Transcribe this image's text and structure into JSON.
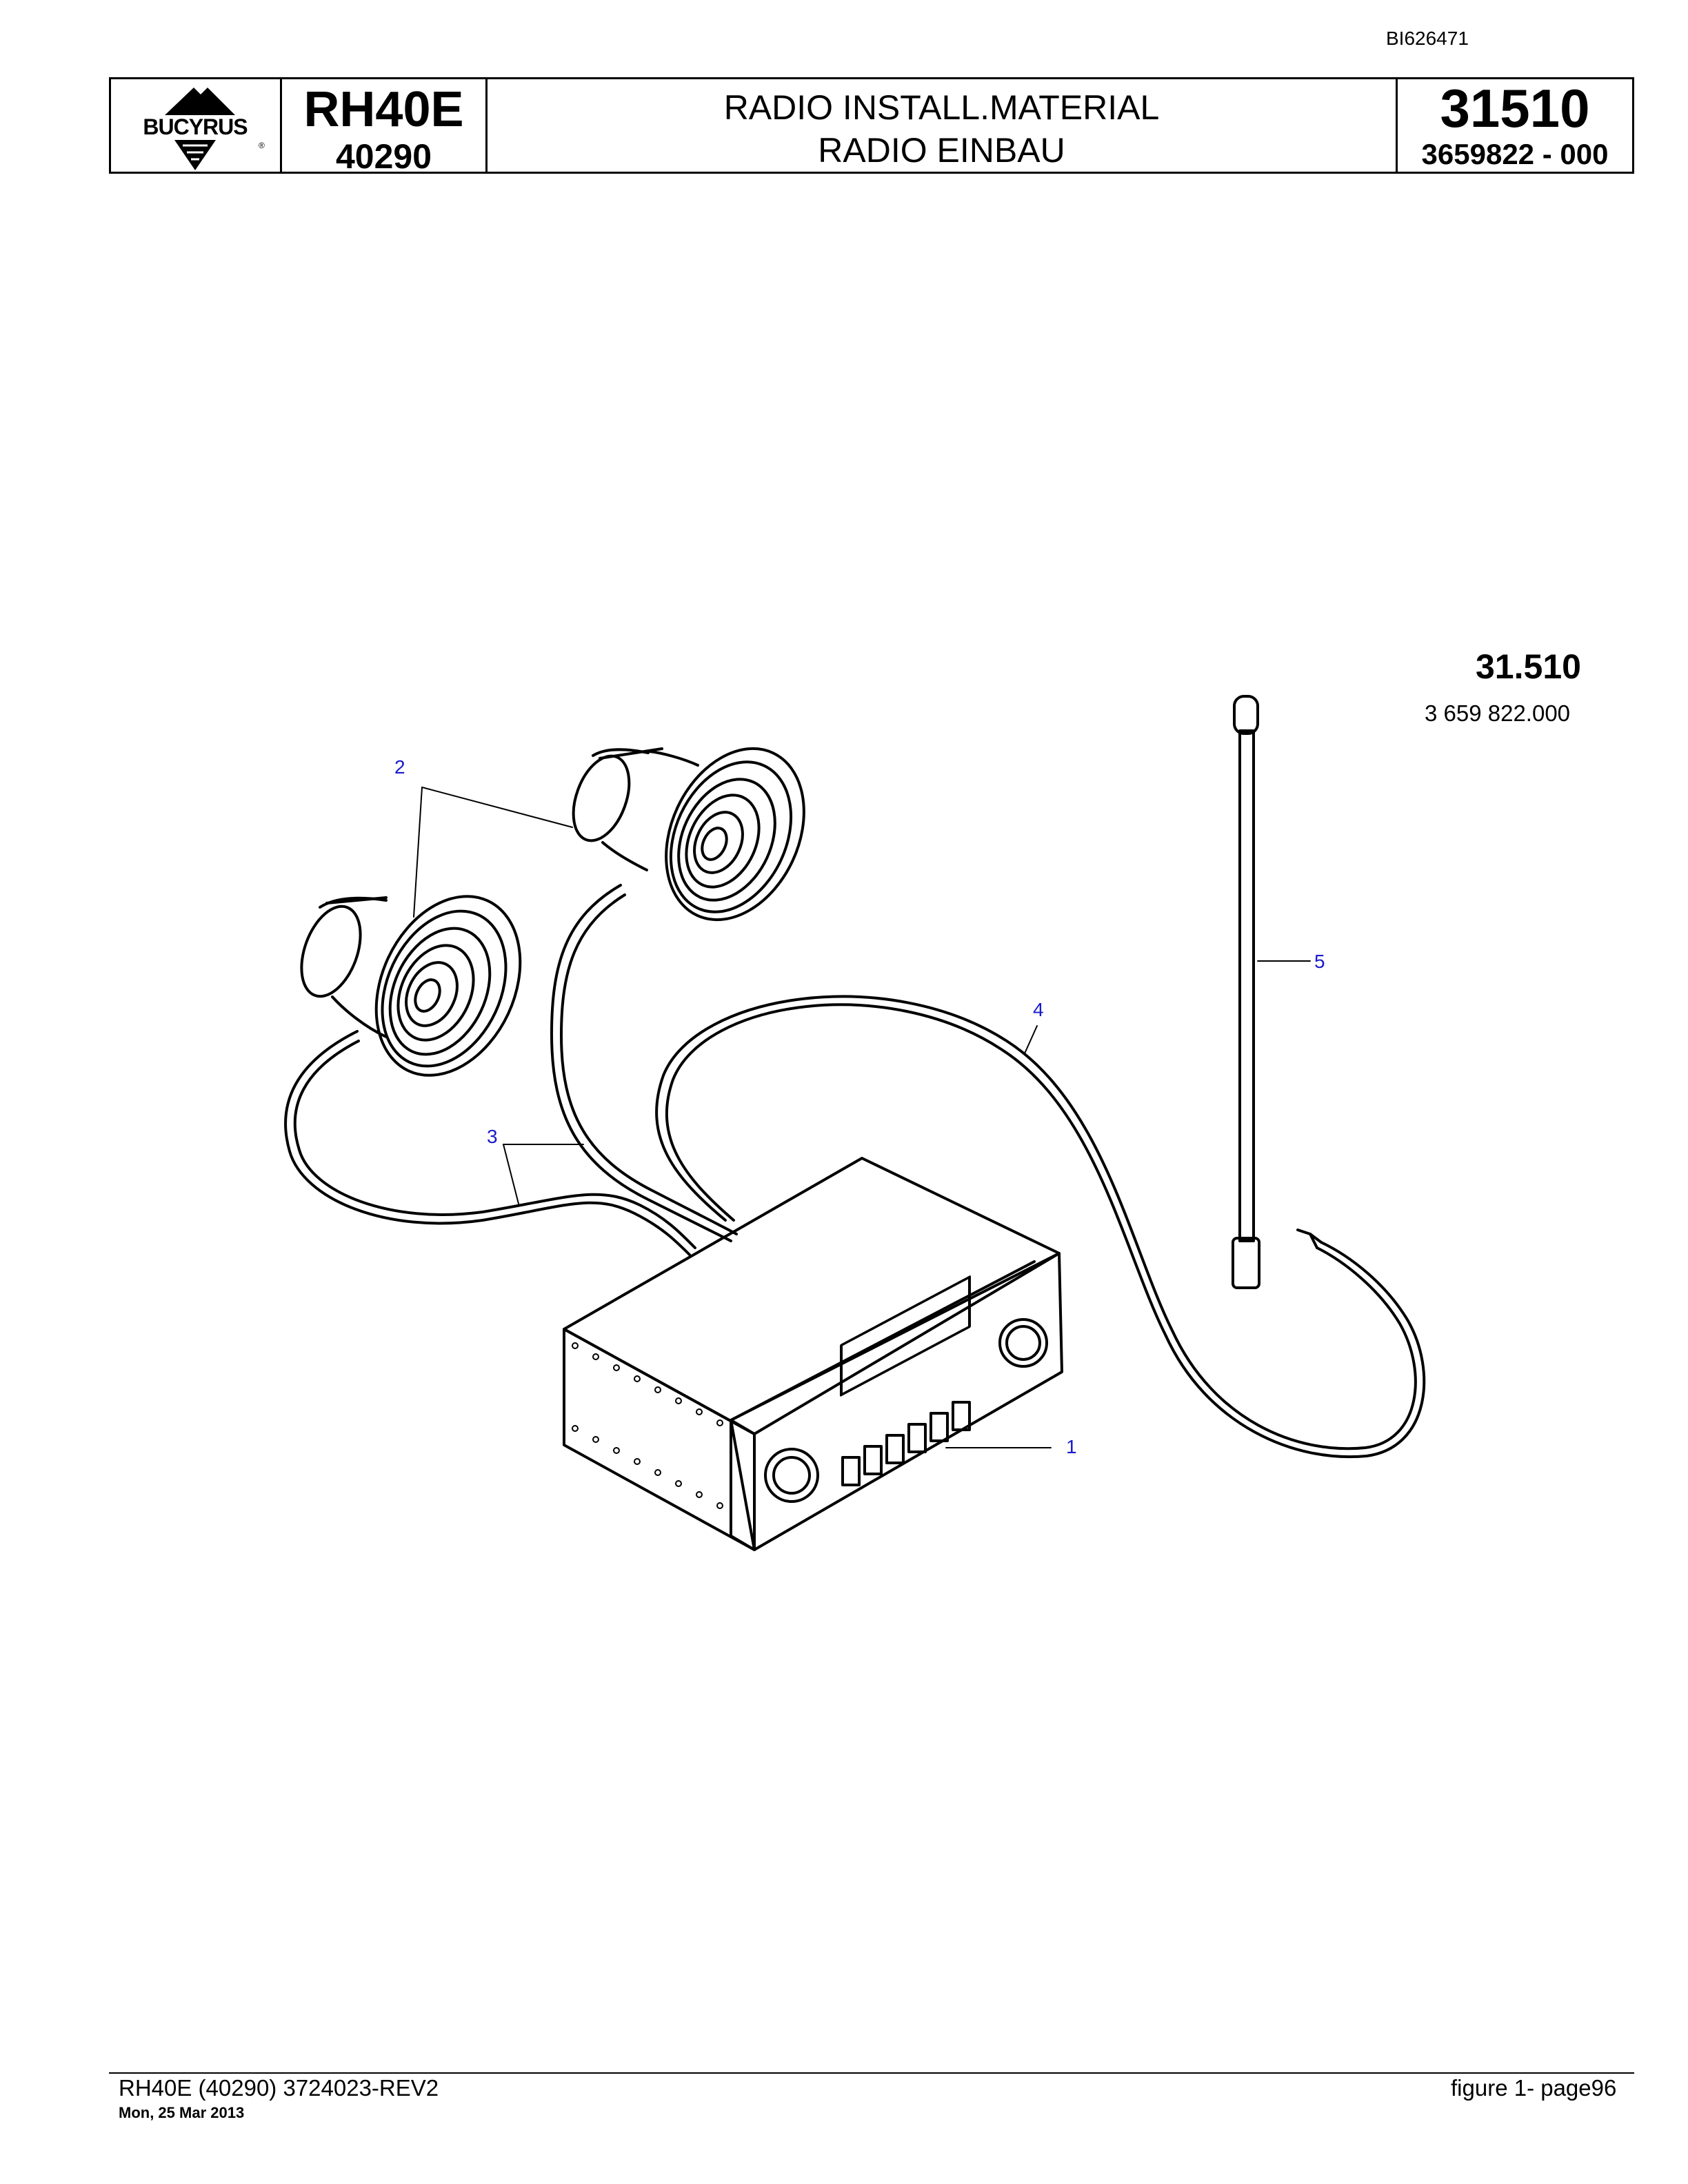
{
  "document_id": "BI626471",
  "header": {
    "logo_text": "BUCYRUS",
    "model_name": "RH40E",
    "model_number": "40290",
    "title_en": "RADIO INSTALL.MATERIAL",
    "title_de": "RADIO EINBAU",
    "group_number": "31510",
    "drawing_number": "3659822  - 000"
  },
  "figure": {
    "reference": "31.510",
    "part_number": "3 659 822.000",
    "callouts": [
      {
        "id": "1",
        "part": "radio"
      },
      {
        "id": "2",
        "part": "speaker"
      },
      {
        "id": "3",
        "part": "speaker cable"
      },
      {
        "id": "4",
        "part": "antenna cable"
      },
      {
        "id": "5",
        "part": "antenna"
      }
    ]
  },
  "footer": {
    "left": "RH40E (40290) 3724023-REV2",
    "date": "Mon, 25 Mar 2013",
    "right": "figure  1- page96"
  },
  "colors": {
    "callout": "#1a1acc",
    "ink": "#000000"
  }
}
